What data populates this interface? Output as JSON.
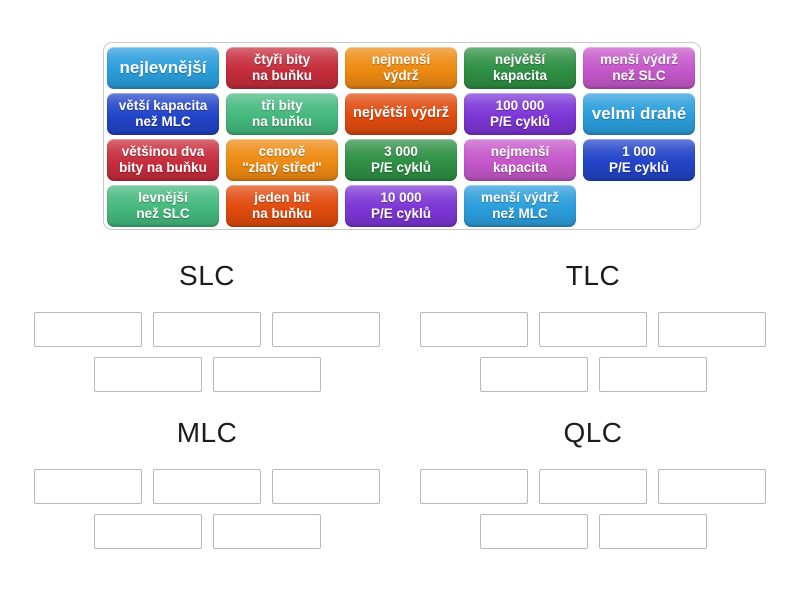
{
  "palette": {
    "lightblue": "#2B9EDC",
    "red": "#C62D3C",
    "orange": "#EE8A12",
    "darkgreen": "#2E9044",
    "orchid": "#C558CA",
    "royalblue": "#2244C8",
    "seagreen": "#45B97E",
    "redorange": "#E14B0E",
    "purple": "#7C36D6"
  },
  "board": {
    "tiles": [
      {
        "label": "nejlevnější",
        "color": "lightblue"
      },
      {
        "label": "čtyři bity\nna buňku",
        "color": "red"
      },
      {
        "label": "nejmenší\nvýdrž",
        "color": "orange"
      },
      {
        "label": "největší\nkapacita",
        "color": "darkgreen"
      },
      {
        "label": "menší výdrž\nnež SLC",
        "color": "orchid"
      },
      {
        "label": "větší kapacita\nnež MLC",
        "color": "royalblue"
      },
      {
        "label": "tři bity\nna buňku",
        "color": "seagreen"
      },
      {
        "label": "největší výdrž",
        "color": "redorange"
      },
      {
        "label": "100 000\nP/E cyklů",
        "color": "purple"
      },
      {
        "label": "velmi drahé",
        "color": "lightblue"
      },
      {
        "label": "většinou dva\nbity na buňku",
        "color": "red"
      },
      {
        "label": "cenově\n\"zlatý střed\"",
        "color": "orange"
      },
      {
        "label": "3 000\nP/E cyklů",
        "color": "darkgreen"
      },
      {
        "label": "nejmenší\nkapacita",
        "color": "orchid"
      },
      {
        "label": "1 000\nP/E cyklů",
        "color": "royalblue"
      },
      {
        "label": "levnější\nnež SLC",
        "color": "seagreen"
      },
      {
        "label": "jeden bit\nna buňku",
        "color": "redorange"
      },
      {
        "label": "10 000\nP/E cyklů",
        "color": "purple"
      },
      {
        "label": "menší výdrž\nnež MLC",
        "color": "lightblue"
      }
    ]
  },
  "groups": [
    {
      "name": "SLC",
      "slot_count": 5
    },
    {
      "name": "TLC",
      "slot_count": 5
    },
    {
      "name": "MLC",
      "slot_count": 5
    },
    {
      "name": "QLC",
      "slot_count": 5
    }
  ]
}
